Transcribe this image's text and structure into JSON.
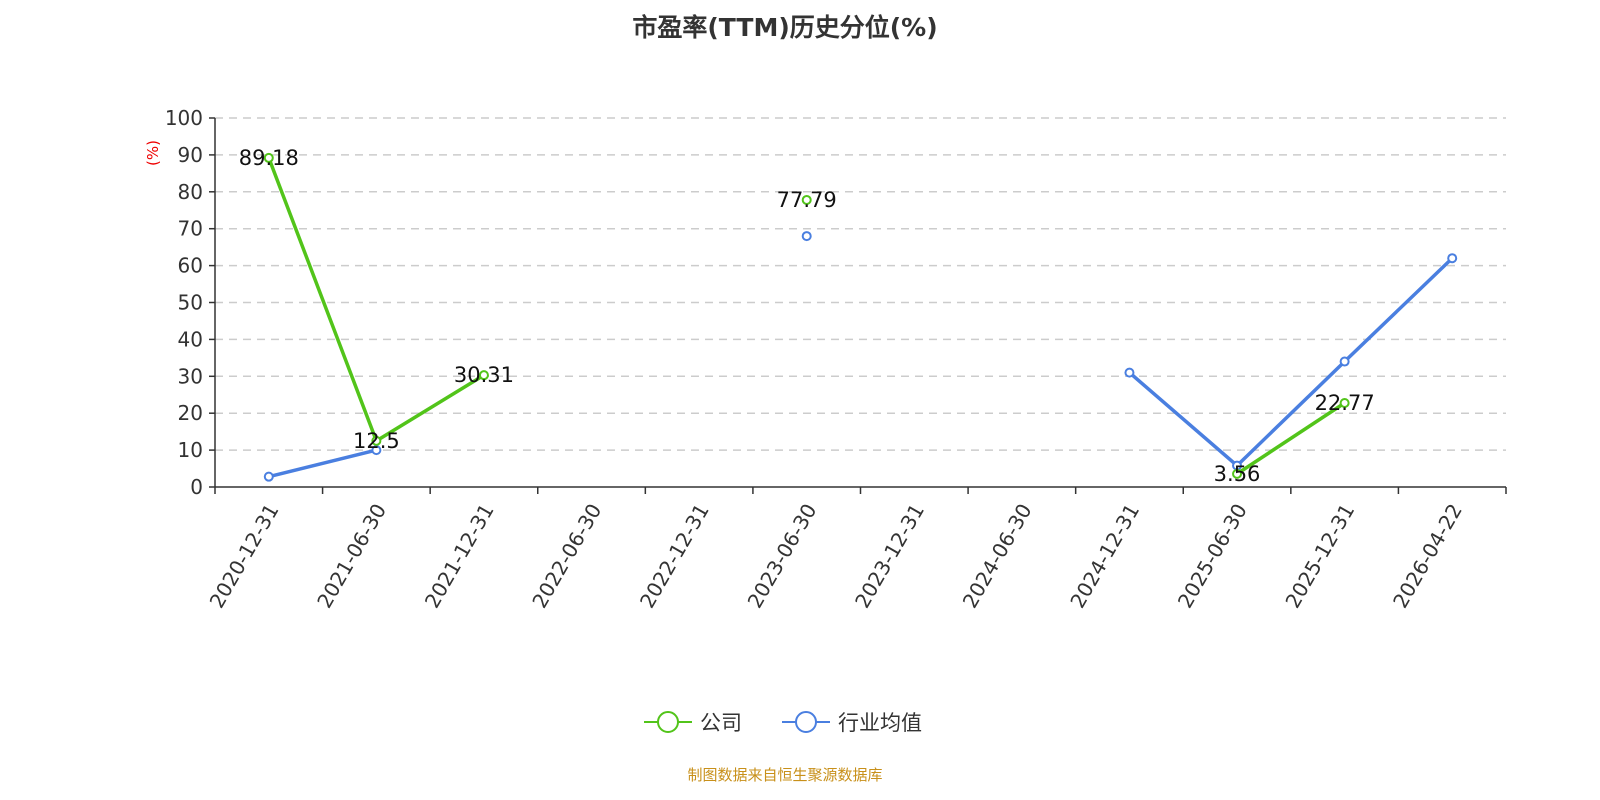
{
  "chart_data": {
    "type": "line",
    "title": "市盈率(TTM)历史分位(%)",
    "ylabel": "(%)",
    "xlabel": "",
    "ylim": [
      0,
      100
    ],
    "yticks": [
      0,
      10,
      20,
      30,
      40,
      50,
      60,
      70,
      80,
      90,
      100
    ],
    "grid": true,
    "legend_position": "bottom",
    "categories": [
      "2020-12-31",
      "2021-06-30",
      "2021-12-31",
      "2022-06-30",
      "2022-12-31",
      "2023-06-30",
      "2023-12-31",
      "2024-06-30",
      "2024-12-31",
      "2025-06-30",
      "2025-12-31",
      "2026-04-22"
    ],
    "series": [
      {
        "name": "公司",
        "color": "#52c41a",
        "labels": true,
        "values": [
          89.18,
          12.5,
          30.31,
          null,
          null,
          77.79,
          null,
          null,
          null,
          3.56,
          22.77,
          null
        ]
      },
      {
        "name": "行业均值",
        "color": "#4a7fe0",
        "labels": false,
        "values": [
          2.8,
          10,
          null,
          null,
          null,
          68,
          null,
          null,
          31,
          5.8,
          34,
          62
        ]
      }
    ]
  },
  "source": "制图数据来自恒生聚源数据库"
}
